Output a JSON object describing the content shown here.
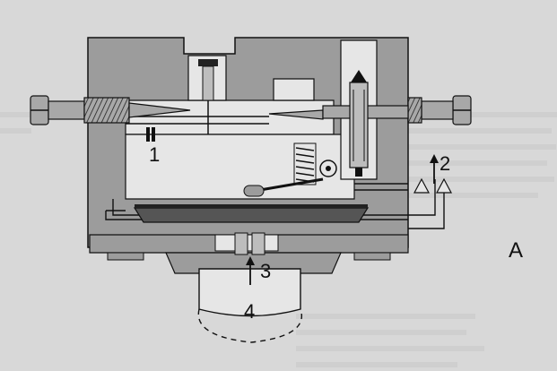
{
  "figure": {
    "panel_label": "A",
    "callouts": [
      {
        "id": "1",
        "label": "1"
      },
      {
        "id": "2",
        "label": "2"
      },
      {
        "id": "3",
        "label": "3"
      },
      {
        "id": "4",
        "label": "4"
      }
    ]
  },
  "colors": {
    "page": "#d8d8d8",
    "body_fill": "#9c9c9c",
    "cavity_fill": "#e6e6e6",
    "line": "#111111",
    "screw_fill": "#a8a8a8",
    "arrow": "#111111"
  },
  "icons": {
    "arrow": "up-arrow",
    "spring": "coil-spring",
    "screw": "threaded-adjusting-screw"
  }
}
